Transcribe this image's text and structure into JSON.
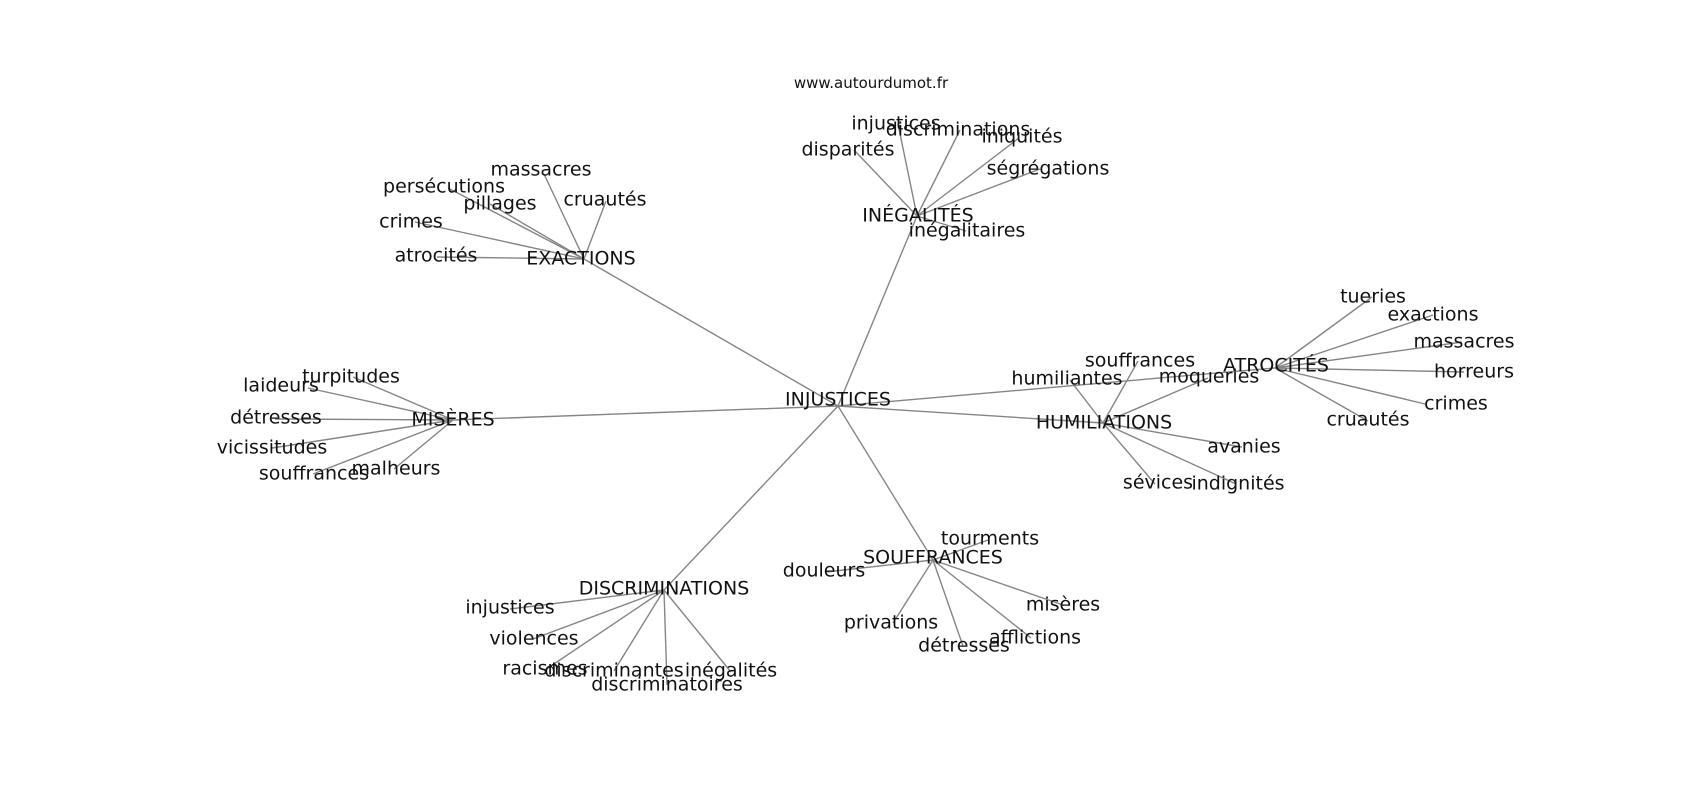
{
  "source": "www.autourdumot.fr",
  "graph": {
    "center": "INJUSTICES",
    "edge_color": "#858585",
    "clusters": [
      {
        "label": "EXACTIONS",
        "children": [
          "massacres",
          "persécutions",
          "pillages",
          "cruautés",
          "crimes",
          "atrocités"
        ]
      },
      {
        "label": "INÉGALITÉS",
        "children": [
          "injustices",
          "discriminations",
          "iniquités",
          "disparités",
          "ségrégations",
          "inégalitaires"
        ]
      },
      {
        "label": "MISÈRES",
        "children": [
          "turpitudes",
          "laideurs",
          "détresses",
          "vicissitudes",
          "souffrances",
          "malheurs"
        ]
      },
      {
        "label": "HUMILIATIONS",
        "children": [
          "souffrances",
          "humiliantes",
          "moqueries",
          "avanies",
          "sévices",
          "indignités"
        ]
      },
      {
        "label": "ATROCITÉS",
        "children": [
          "tueries",
          "exactions",
          "massacres",
          "horreurs",
          "crimes",
          "cruautés"
        ]
      },
      {
        "label": "SOUFFRANCES",
        "children": [
          "tourments",
          "douleurs",
          "misères",
          "privations",
          "afflictions",
          "détresses"
        ]
      },
      {
        "label": "DISCRIMINATIONS",
        "children": [
          "injustices",
          "violences",
          "racismes",
          "discriminantes",
          "inégalités",
          "discriminatoires"
        ]
      }
    ]
  }
}
